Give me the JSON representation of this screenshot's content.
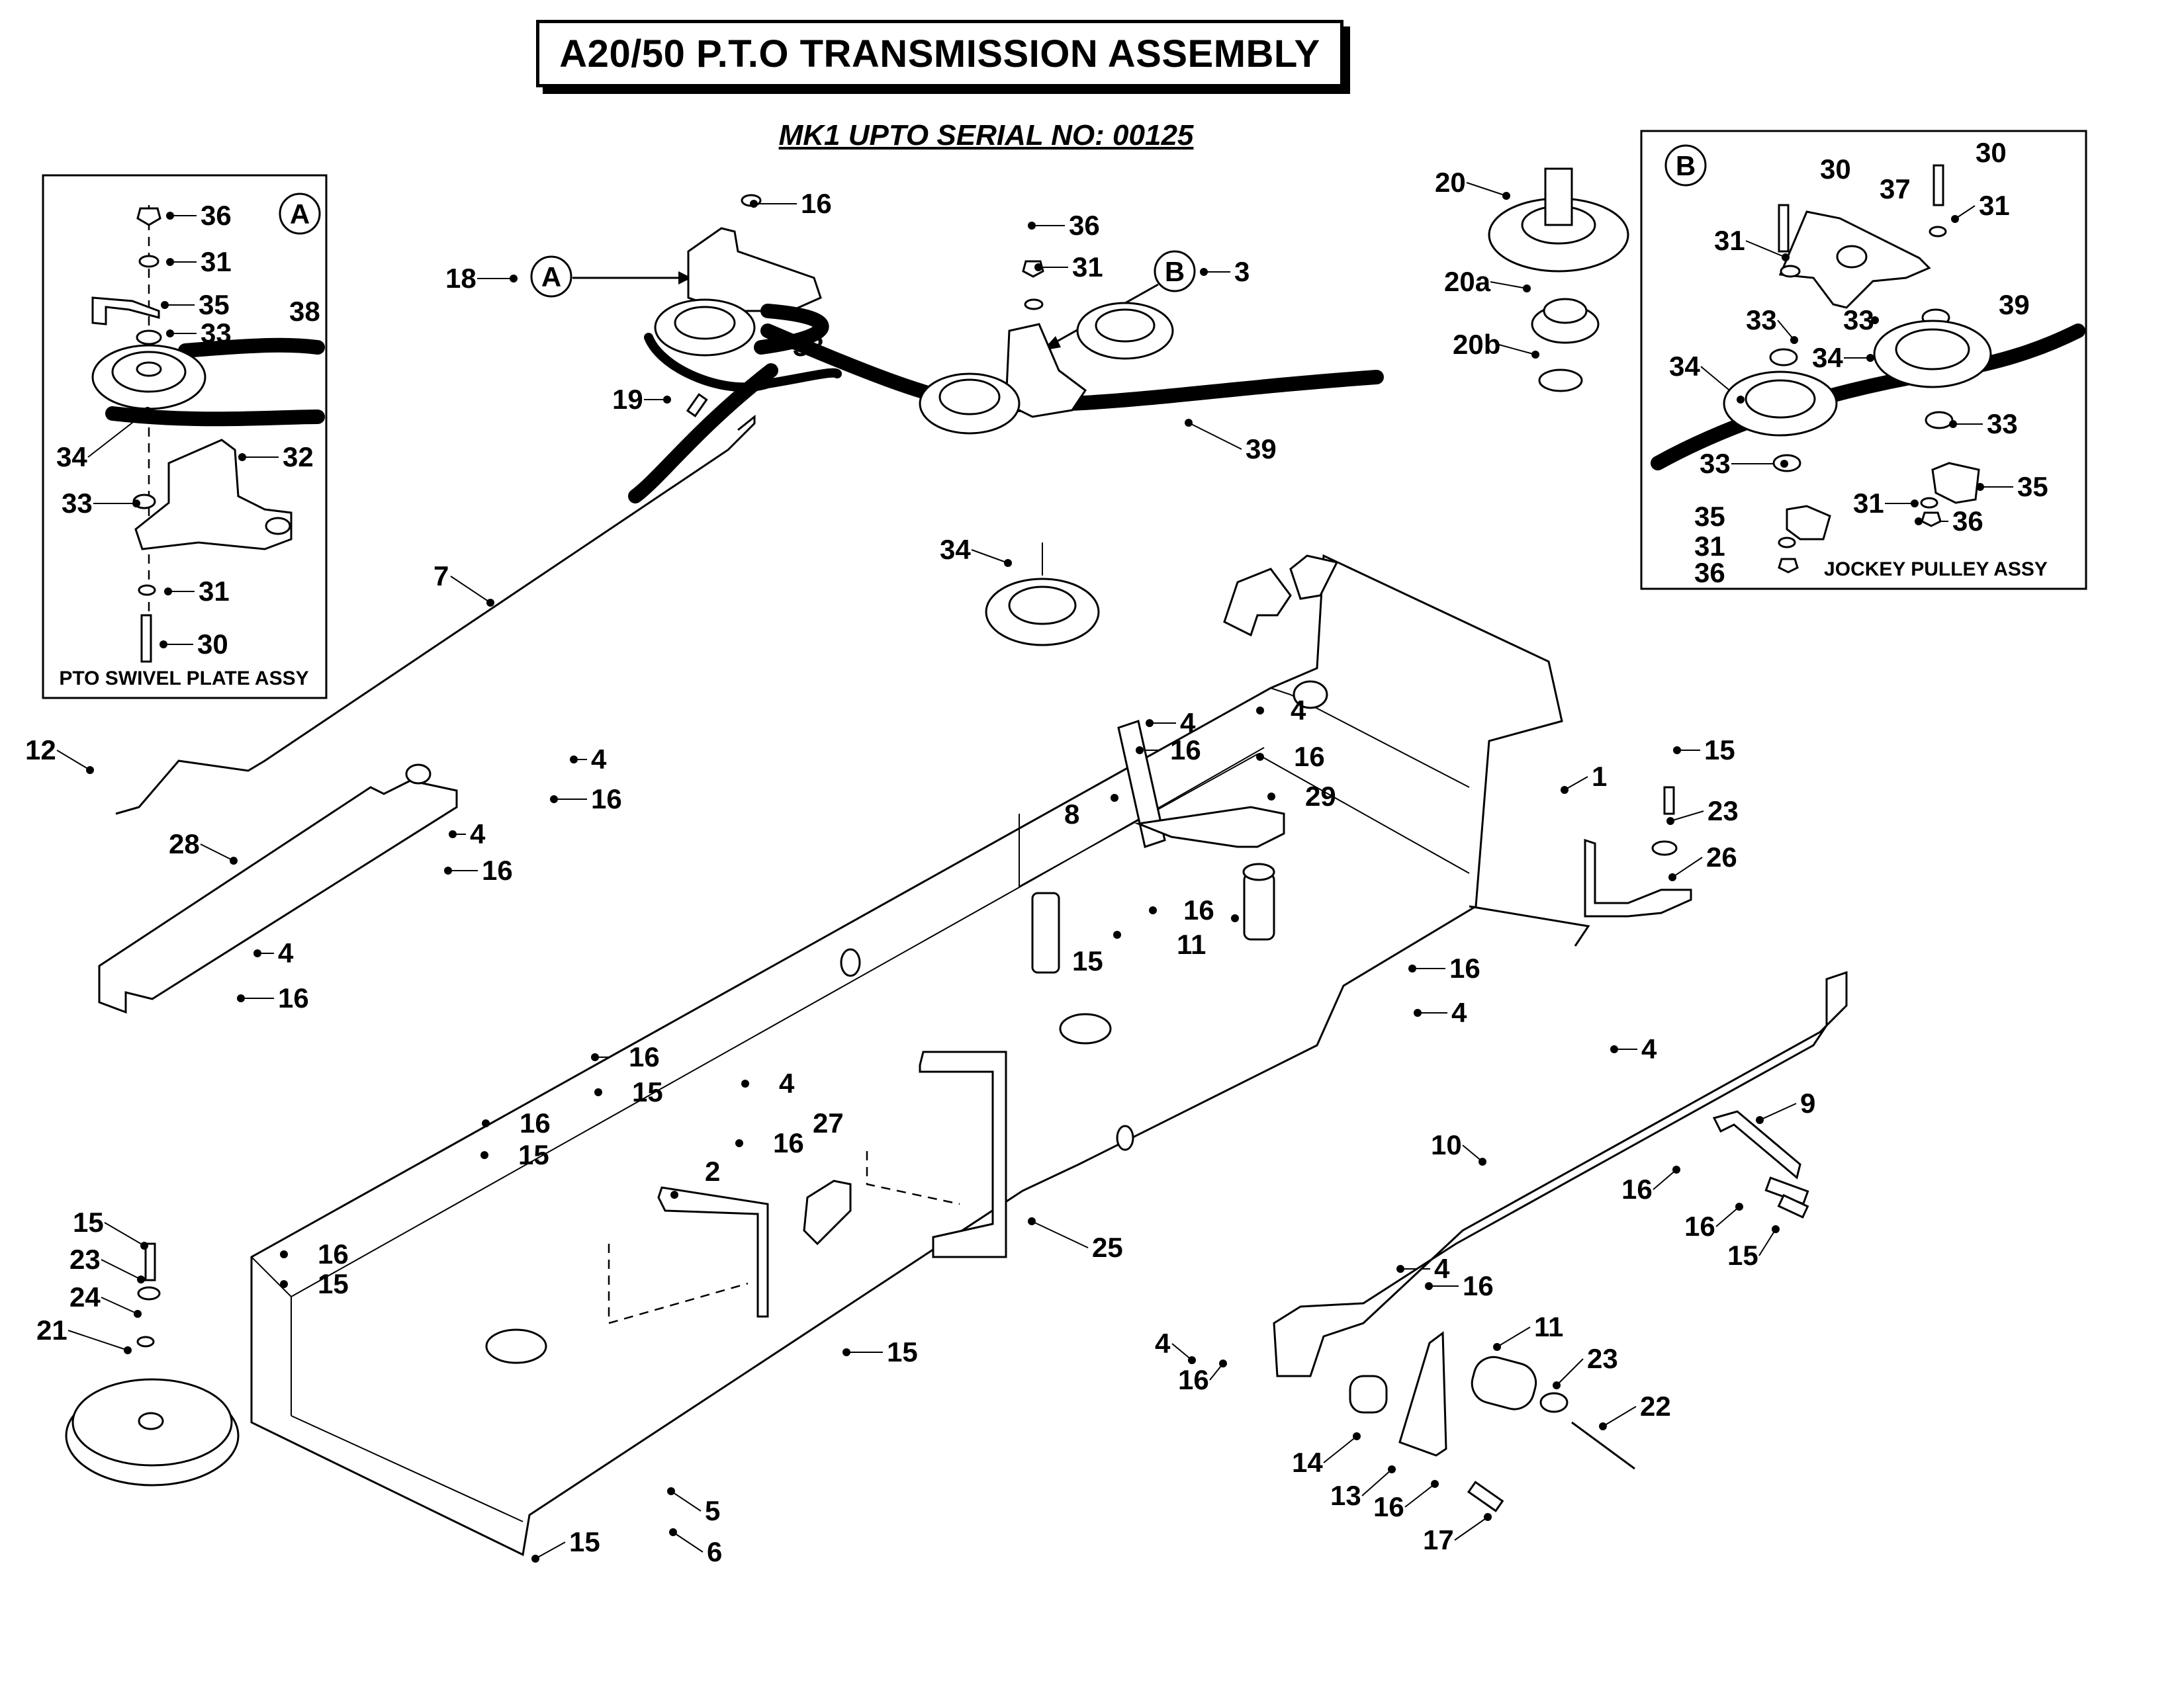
{
  "title": "A20/50 P.T.O TRANSMISSION ASSEMBLY",
  "subtitle": "MK1 UPTO SERIAL NO: 00125",
  "inset_a": {
    "marker": "A",
    "caption": "PTO SWIVEL PLATE ASSY"
  },
  "inset_b": {
    "marker": "B",
    "caption": "JOCKEY PULLEY ASSY"
  },
  "detail_refs": {
    "a": "A",
    "b": "B"
  },
  "callouts": {
    "a36": "36",
    "a31": "31",
    "a35": "35",
    "a38": "38",
    "a33": "33",
    "a34": "34",
    "a32": "32",
    "a33b": "33",
    "a31b": "31",
    "a30": "30",
    "b30": "30",
    "b30b": "30",
    "b37": "37",
    "b31": "31",
    "b31b": "31",
    "b33": "33",
    "b33b": "33",
    "b39": "39",
    "b34": "34",
    "b34b": "34",
    "b33c": "33",
    "b33d": "33",
    "b35": "35",
    "b31c": "31",
    "b36": "36",
    "b35b": "35",
    "b31d": "31",
    "b36b": "36",
    "m16a": "16",
    "m18": "18",
    "m38": "38",
    "m19": "19",
    "m36": "36",
    "m31": "31",
    "m3": "3",
    "m39": "39",
    "m20": "20",
    "m20a": "20a",
    "m20b": "20b",
    "m7": "7",
    "m34": "34",
    "m12": "12",
    "m28": "28",
    "m4a": "4",
    "m16b": "16",
    "m4b": "4",
    "m16c": "16",
    "m4c": "4",
    "m16d": "16",
    "m4d": "4",
    "m16e": "16",
    "m4e": "4",
    "m16f": "16",
    "m8": "8",
    "m29": "29",
    "m16g": "16",
    "m15a": "15",
    "m11": "11",
    "m1": "1",
    "m15b": "15",
    "m23": "23",
    "m26": "26",
    "m16h": "16",
    "m4f": "4",
    "m16i": "16",
    "m15c": "15",
    "m16j": "16",
    "m15d": "15",
    "m4g": "4",
    "m16k": "16",
    "m27": "27",
    "m2": "2",
    "m25": "25",
    "m15e": "15",
    "m23b": "23",
    "m24": "24",
    "m21": "21",
    "m16l": "16",
    "m15f": "15",
    "m15g": "15",
    "m5": "5",
    "m6": "6",
    "m15h": "15",
    "m4h": "4",
    "m9": "9",
    "m10": "10",
    "m16m": "16",
    "m16n": "16",
    "m15i": "15",
    "m4i": "4",
    "m16o": "16",
    "m4j": "4",
    "m16p": "16",
    "m11b": "11",
    "m23c": "23",
    "m22": "22",
    "m14": "14",
    "m13": "13",
    "m16q": "16",
    "m17": "17"
  }
}
